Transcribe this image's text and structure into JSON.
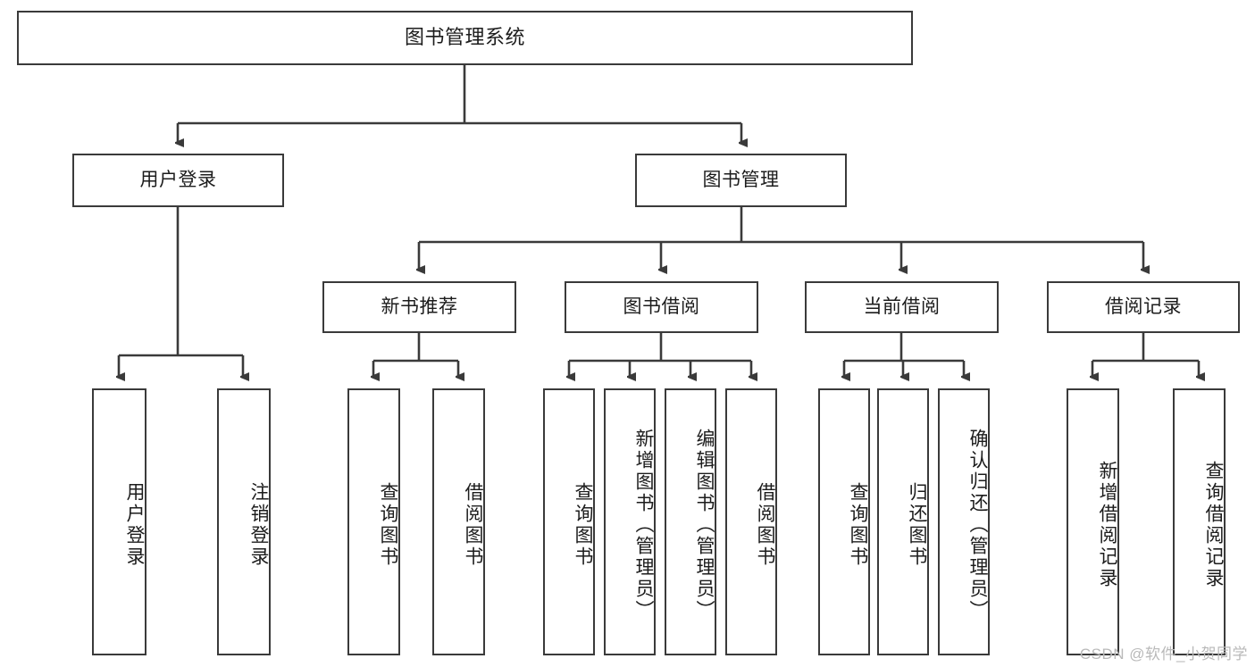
{
  "diagram": {
    "title": "图书管理系统",
    "type": "tree-hierarchy-diagram",
    "watermark": "CSDN @软件_小贺同学",
    "colors": {
      "stroke": "#3a3a3a",
      "fill": "#ffffff",
      "text": "#1c1c1c",
      "watermark": "#b9b9b9"
    },
    "nodes": {
      "root": {
        "label": "图书管理系统"
      },
      "level2": [
        {
          "label": "用户登录"
        },
        {
          "label": "图书管理"
        }
      ],
      "level3": [
        {
          "label": "新书推荐"
        },
        {
          "label": "图书借阅"
        },
        {
          "label": "当前借阅"
        },
        {
          "label": "借阅记录"
        }
      ],
      "leaves_user_login": [
        {
          "label": "用户登录"
        },
        {
          "label": "注销登录"
        }
      ],
      "leaves_new_book": [
        {
          "label": "查询图书"
        },
        {
          "label": "借阅图书"
        }
      ],
      "leaves_borrow": [
        {
          "label": "查询图书"
        },
        {
          "label": "新增图书（管理员）"
        },
        {
          "label": "编辑图书（管理员）"
        },
        {
          "label": "借阅图书"
        }
      ],
      "leaves_current": [
        {
          "label": "查询图书"
        },
        {
          "label": "归还图书"
        },
        {
          "label": "确认归还（管理员）"
        }
      ],
      "leaves_records": [
        {
          "label": "新增借阅记录"
        },
        {
          "label": "查询借阅记录"
        }
      ]
    }
  }
}
